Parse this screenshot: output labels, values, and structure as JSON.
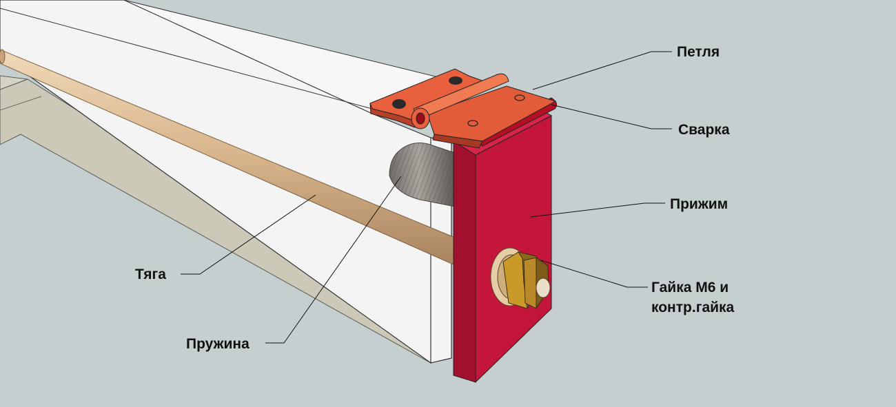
{
  "labels": {
    "hinge": "Петля",
    "weld": "Сварка",
    "clamp": "Прижим",
    "nut_line1": "Гайка М6 и",
    "nut_line2": "контр.гайка",
    "rod": "Тяга",
    "spring": "Пружина"
  },
  "colors": {
    "background": "#c5cfd0",
    "clamp_plate": "#c4153a",
    "hinge": "#e05a38",
    "rod": "#d8b48b",
    "nut": "#c99a2a",
    "spring": "#8a8680",
    "body_white": "#f4f4f4",
    "body_base": "#ccc9b9"
  }
}
